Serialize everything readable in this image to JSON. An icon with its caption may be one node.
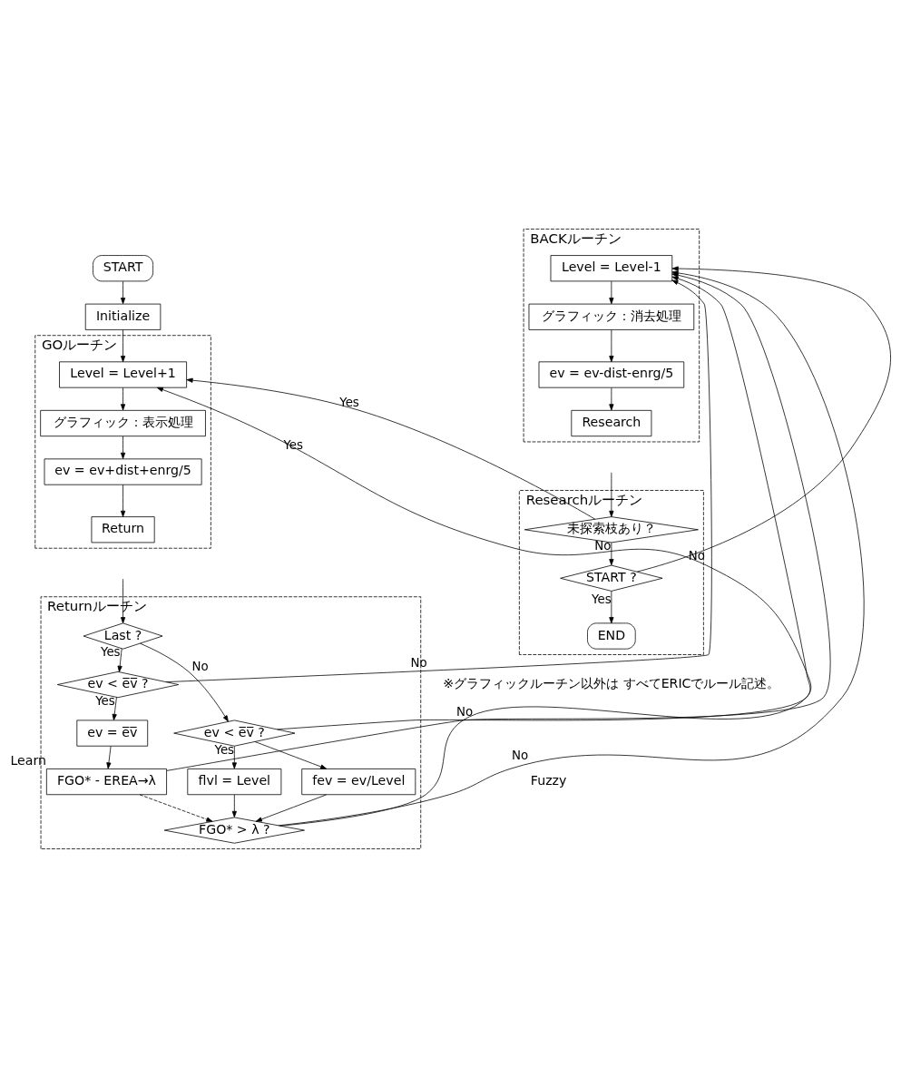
{
  "diagram": {
    "nodes": [
      {
        "text": [
          "START"
        ]
      },
      {
        "text": [
          "Initialize"
        ]
      },
      {
        "text": [
          "GOルーチン"
        ]
      },
      {
        "text": [
          "Level = Level+1"
        ],
        "in": 2
      },
      {
        "text": [
          "グラフィック：表示処理"
        ],
        "in": 2
      },
      {
        "text": [
          "ev = ev+dist+enrg/5"
        ],
        "in": 2
      },
      {
        "text": [
          "Return"
        ],
        "in": 2
      },
      {
        "text": [
          "BACKルーチン"
        ]
      },
      {
        "text": [
          "Level = Level-1"
        ],
        "in": 7
      },
      {
        "text": [
          "グラフィック：消去処理"
        ],
        "in": 7
      },
      {
        "text": [
          "ev = ev-dist-enrg/5"
        ],
        "in": 7
      },
      {
        "text": [
          "Research"
        ],
        "in": 7
      },
      {
        "text": [
          "Returnルーチン"
        ]
      },
      {
        "text": [
          "Last ?"
        ],
        "in": 12
      },
      {
        "text": [
          "ev < e̅v̅ ?"
        ],
        "in": 12
      },
      {
        "text": [
          "ev < e̅v̅ ?"
        ],
        "in": 12
      },
      {
        "text": [
          "ev = e̅v̅"
        ],
        "in": 12
      },
      {
        "text": [
          "FGO* - EREA→λ"
        ],
        "beside": [
          "Learn"
        ],
        "in": 12
      },
      {
        "text": [
          "flvl = Level"
        ],
        "in": 12
      },
      {
        "text": [
          "fev = ev/Level"
        ],
        "in": 12
      },
      {
        "text": [
          "FGO* > λ ?"
        ],
        "in": 12
      },
      {
        "text": [
          "Researchルーチン"
        ]
      },
      {
        "text": [
          "未探索枝あり？"
        ],
        "in": 21
      },
      {
        "text": [
          "START ?"
        ],
        "in": 21
      },
      {
        "text": [
          "END"
        ],
        "in": 21
      }
    ],
    "edges": [
      {
        "from": 0,
        "to": 1,
        "arrow": "to"
      },
      {
        "from": 1,
        "to": 3,
        "arrow": "to"
      },
      {
        "from": 20,
        "to": 3,
        "label": "Yes",
        "arrow": "to"
      },
      {
        "from": 22,
        "to": 3,
        "label": "Yes",
        "arrow": "to"
      },
      {
        "from": 3,
        "to": 4,
        "arrow": "to"
      },
      {
        "from": 4,
        "to": 5,
        "arrow": "to"
      },
      {
        "from": 5,
        "to": 6,
        "arrow": "to"
      },
      {
        "from": 8,
        "to": 9,
        "arrow": "to"
      },
      {
        "from": 9,
        "to": 10,
        "arrow": "to"
      },
      {
        "from": 10,
        "to": 11,
        "arrow": "to"
      },
      {
        "from": null,
        "to": 13,
        "arrow": "to"
      },
      {
        "from": 13,
        "to": 14,
        "label": "Yes",
        "arrow": "to"
      },
      {
        "from": 13,
        "to": 15,
        "label": "No",
        "arrow": "to"
      },
      {
        "from": 14,
        "to": 16,
        "label": "Yes",
        "arrow": "to"
      },
      {
        "from": 16,
        "to": 17,
        "arrow": "to"
      },
      {
        "from": 15,
        "to": 18,
        "label": "Yes",
        "arrow": "to"
      },
      {
        "from": 15,
        "to": 19,
        "arrow": "to"
      },
      {
        "from": 18,
        "to": 20,
        "arrow": "to"
      },
      {
        "from": 19,
        "to": 20,
        "arrow": "to"
      },
      {
        "from": 17,
        "to": 20,
        "arrow": "to",
        "style": "dashed"
      },
      {
        "from": 14,
        "to": 8,
        "label": "No",
        "arrow": "to"
      },
      {
        "from": 17,
        "to": 8,
        "arrow": "to"
      },
      {
        "from": 15,
        "to": 8,
        "label": "No",
        "arrow": "to"
      },
      {
        "from": 20,
        "to": 8,
        "label": "No",
        "arrow": "to"
      },
      {
        "from": null,
        "to": 22,
        "arrow": "to"
      },
      {
        "from": 22,
        "to": 23,
        "label": "No",
        "arrow": "to"
      },
      {
        "from": 23,
        "to": 24,
        "label": "Yes",
        "arrow": "to"
      },
      {
        "from": 23,
        "to": 8,
        "label": "No",
        "arrow": "to"
      }
    ],
    "labels": [
      "Fuzzy",
      "※グラフィックルーチン以外は すべてERICでルール記述。"
    ]
  }
}
